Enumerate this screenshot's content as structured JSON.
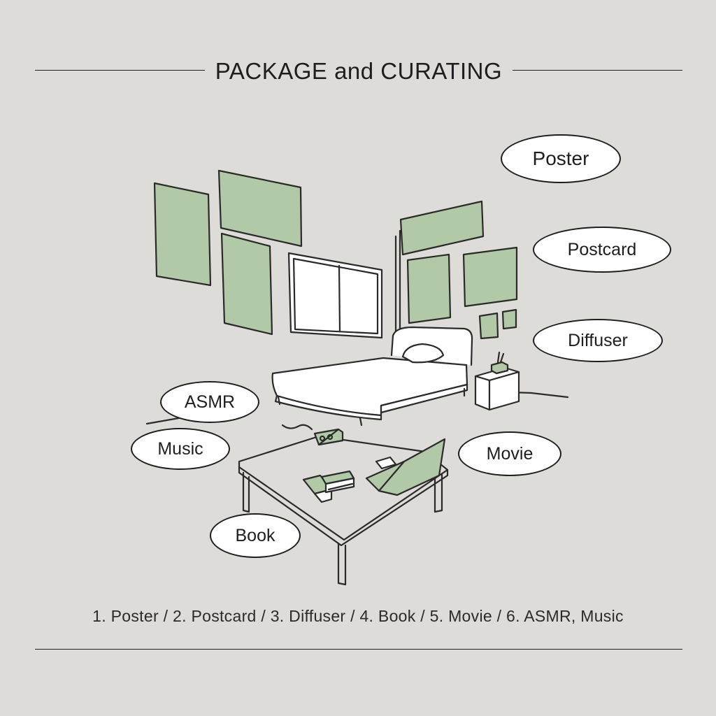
{
  "header": {
    "title": "PACKAGE and CURATING"
  },
  "labels": {
    "poster": "Poster",
    "postcard": "Postcard",
    "diffuser": "Diffuser",
    "asmr": "ASMR",
    "music": "Music",
    "movie": "Movie",
    "book": "Book"
  },
  "caption": "1. Poster / 2. Postcard / 3. Diffuser / 4. Book / 5. Movie / 6. ASMR, Music",
  "colors": {
    "background": "#dddcd8",
    "accent_green": "#b2c9a8",
    "line": "#2a2a2a"
  }
}
